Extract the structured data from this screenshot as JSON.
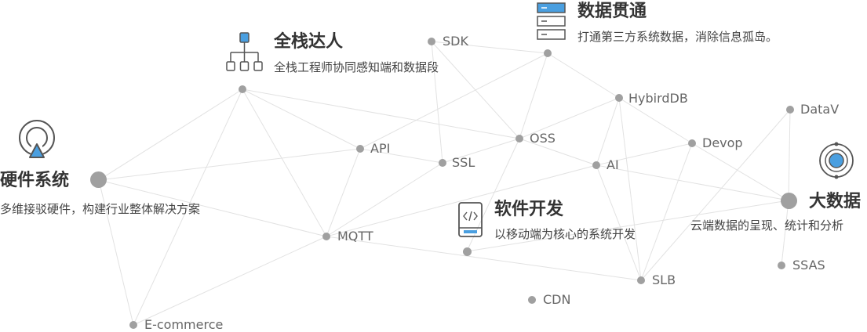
{
  "features": {
    "fullstack": {
      "title": "全栈达人",
      "desc": "全栈工程师协同感知端和数据段"
    },
    "data_connect": {
      "title": "数据贯通",
      "desc": "打通第三方系统数据，消除信息孤岛。"
    },
    "hardware": {
      "title": "硬件系统",
      "desc": "多维接驳硬件，构建行业整体解决方案"
    },
    "software": {
      "title": "软件开发",
      "desc": "以移动端为核心的系统开发"
    },
    "bigdata": {
      "title": "大数据",
      "desc": "云端数据的呈现、统计和分析"
    }
  },
  "tech_nodes": {
    "sdk": "SDK",
    "hybriddb": "HybirdDB",
    "datav": "DataV",
    "api": "API",
    "oss": "OSS",
    "devop": "Devop",
    "ssl": "SSL",
    "ai": "AI",
    "mqtt": "MQTT",
    "slb": "SLB",
    "ssas": "SSAS",
    "cdn": "CDN",
    "ecommerce": "E-commerce"
  },
  "colors": {
    "line": "#e2e2e2",
    "node": "#a0a0a0",
    "accent_blue": "#4a9fe0",
    "icon_gray": "#707070"
  },
  "icons": {
    "fullstack": "org-chart-icon",
    "data_connect": "server-stack-icon",
    "hardware": "signal-pin-icon",
    "software": "code-tablet-icon",
    "bigdata": "orbit-target-icon"
  }
}
